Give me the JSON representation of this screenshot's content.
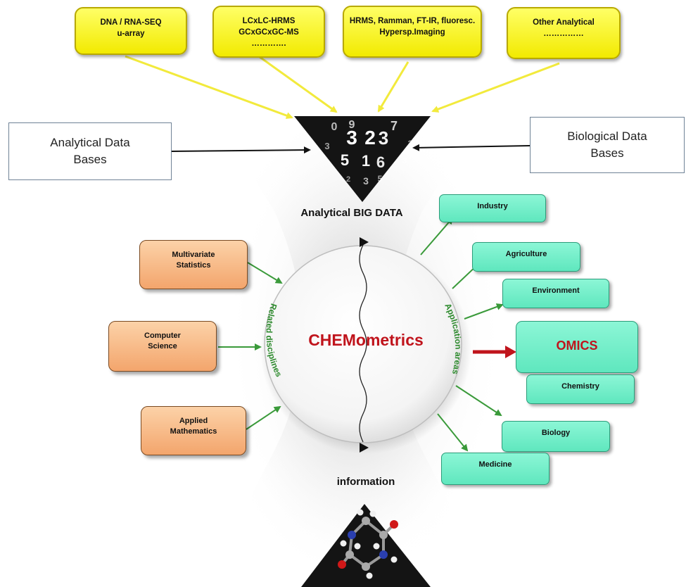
{
  "sources": [
    {
      "line1": "DNA / RNA-SEQ",
      "line2": "u-array"
    },
    {
      "line1": "LCxLC-HRMS",
      "line2": "GCxGCxGC-MS",
      "line3": "…………."
    },
    {
      "line1": "HRMS, Ramman, FT-IR, fluoresc.",
      "line2": "Hypersp.Imaging"
    },
    {
      "line1": "Other Analytical",
      "line2": "……………"
    }
  ],
  "databases": {
    "analytical": {
      "line1": "Analytical Data",
      "line2": "Bases"
    },
    "biological": {
      "line1": "Biological  Data",
      "line2": "Bases"
    }
  },
  "big_data": {
    "label": "Analytical BIG DATA",
    "digits": [
      "3",
      "2",
      "3",
      "5",
      "1",
      "6",
      "7",
      "0",
      "9",
      "2",
      "3",
      "3",
      "5",
      "2",
      "3"
    ]
  },
  "center": {
    "title": "CHEMometrics",
    "left_arc": "Related  disciplines",
    "right_arc": "Application  areas"
  },
  "disciplines": [
    {
      "line1": "Multivariate",
      "line2": "Statistics"
    },
    {
      "line1": "Computer",
      "line2": "Science"
    },
    {
      "line1": "Applied",
      "line2": "Mathematics"
    }
  ],
  "applications": {
    "industry": "Industry",
    "agriculture": "Agriculture",
    "environment": "Environment",
    "omics": "OMICS",
    "chemistry": "Chemistry",
    "biology": "Biology",
    "medicine": "Medicine"
  },
  "information_label": "information",
  "colors": {
    "source_fill": "#f6ee0a",
    "discipline_fill": "#f6b887",
    "application_fill": "#74f0cb",
    "title_red": "#c0141c",
    "arc_green": "#2d8a2d",
    "arrow_yellow": "#f2ea3c",
    "arrow_green": "#3a9a3a",
    "arrow_red": "#c0141c"
  },
  "icons": {
    "data_triangle": "numbers-triangle-icon",
    "molecule": "molecule-icon"
  }
}
